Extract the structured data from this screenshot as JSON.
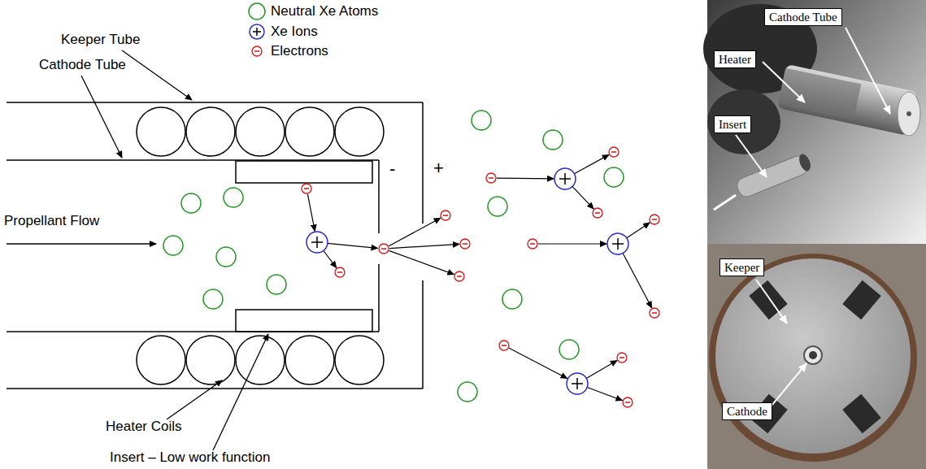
{
  "diagram": {
    "nodes": [
      {
        "text": [
          "Cathode Tube"
        ]
      },
      {
        "text": [
          "Heater"
        ]
      },
      {
        "text": [
          "Insert"
        ]
      },
      {
        "text": [
          "Keeper"
        ]
      },
      {
        "text": [
          "Cathode"
        ]
      }
    ],
    "labels": [
      "Keeper Tube",
      "Cathode Tube",
      "Propellant Flow",
      "Heater Coils",
      "Insert – Low work function",
      "-",
      "+"
    ],
    "legend": [
      {
        "text": "Neutral Xe Atoms"
      },
      {
        "text": "Xe Ions"
      },
      {
        "text": "Electrons"
      }
    ]
  }
}
